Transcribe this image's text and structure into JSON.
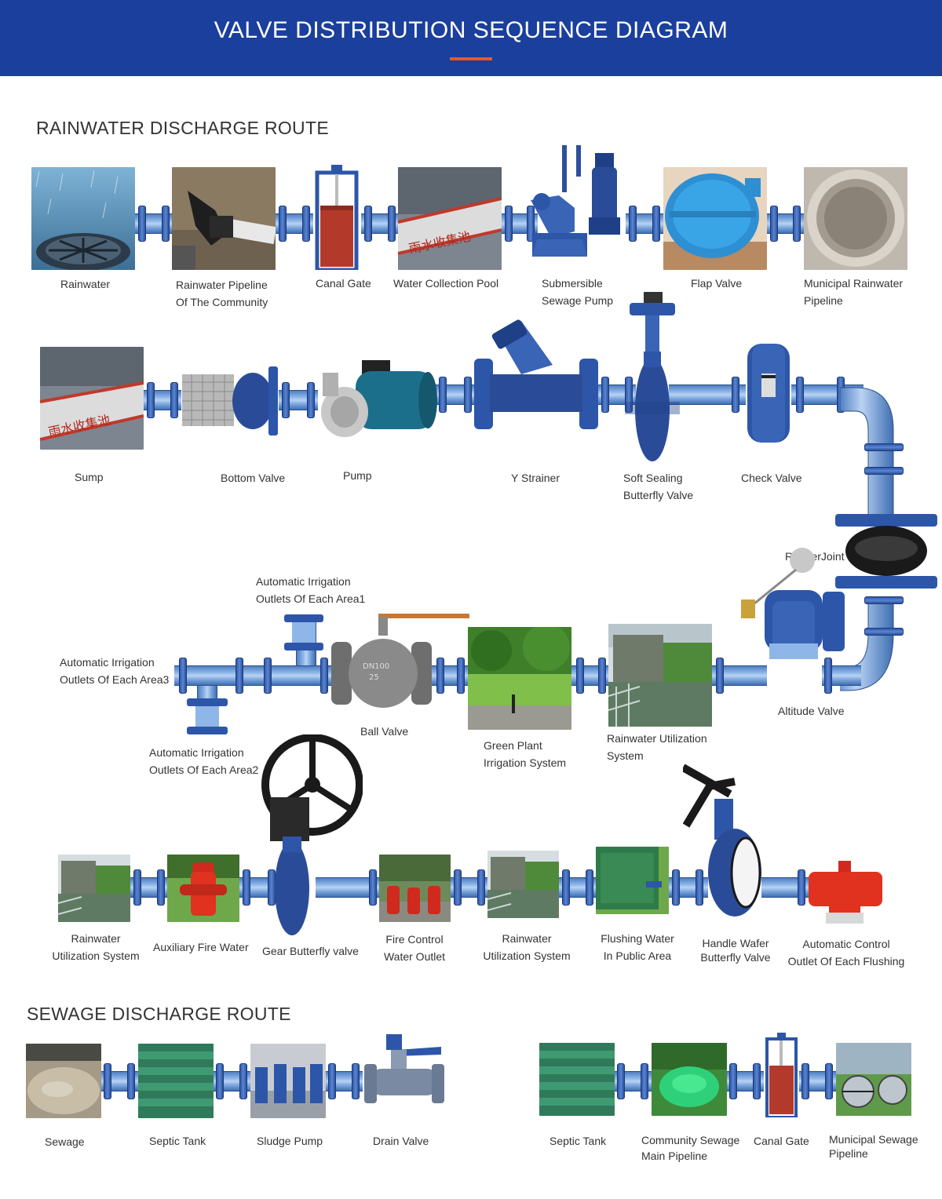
{
  "header": {
    "title": "VALVE DISTRIBUTION SEQUENCE DIAGRAM"
  },
  "colors": {
    "header_bg": "#1a3f9c",
    "accent": "#e8582a",
    "pipe": "#8fb6e8",
    "flange": "#2d56a8"
  },
  "rainwater": {
    "title": "RAINWATER DISCHARGE ROUTE",
    "row1": [
      {
        "lines": [
          "Rainwater"
        ],
        "icon": "rain-grate-photo"
      },
      {
        "lines": [
          "Rainwater Pipeline",
          "Of The Community"
        ],
        "icon": "pipeline-photo"
      },
      {
        "lines": [
          "Canal Gate"
        ],
        "icon": "canal-gate-icon"
      },
      {
        "lines": [
          "Water Collection Pool"
        ],
        "icon": "pool-photo"
      },
      {
        "lines": [
          "Submersible",
          "Sewage Pump"
        ],
        "icon": "submersible-pump-icon"
      },
      {
        "lines": [
          "Flap Valve"
        ],
        "icon": "flap-valve-icon"
      },
      {
        "lines": [
          "Municipal Rainwater",
          "Pipeline"
        ],
        "icon": "concrete-pipe-photo"
      }
    ],
    "row2": [
      {
        "lines": [
          "Sump"
        ],
        "icon": "sump-photo"
      },
      {
        "lines": [
          "Bottom Valve"
        ],
        "icon": "foot-valve-icon"
      },
      {
        "lines": [
          "Pump"
        ],
        "icon": "pump-icon"
      },
      {
        "lines": [
          "Y Strainer"
        ],
        "icon": "y-strainer-icon"
      },
      {
        "lines": [
          "Soft Sealing",
          "Butterfly Valve"
        ],
        "icon": "butterfly-valve-icon"
      },
      {
        "lines": [
          "Check Valve"
        ],
        "icon": "check-valve-icon"
      },
      {
        "lines": [
          "RubberJoint"
        ],
        "icon": "rubber-joint-icon"
      }
    ],
    "row3": [
      {
        "lines": [
          "Automatic Irrigation",
          "Outlets Of Each Area1"
        ],
        "icon": "outlet-icon"
      },
      {
        "lines": [
          "Automatic Irrigation",
          "Outlets Of Each Area3"
        ],
        "icon": "outlet-icon"
      },
      {
        "lines": [
          "Automatic Irrigation",
          "Outlets Of Each Area2"
        ],
        "icon": "outlet-icon"
      },
      {
        "lines": [
          "Ball Valve"
        ],
        "icon": "ball-valve-icon"
      },
      {
        "lines": [
          "Green Plant",
          "Irrigation System"
        ],
        "icon": "garden-photo"
      },
      {
        "lines": [
          "Rainwater Utilization",
          "System"
        ],
        "icon": "pond-photo"
      },
      {
        "lines": [
          "Altitude Valve"
        ],
        "icon": "altitude-valve-icon"
      }
    ],
    "row4": [
      {
        "lines": [
          "Rainwater",
          "Utilization System"
        ],
        "icon": "pond-photo"
      },
      {
        "lines": [
          "Auxiliary Fire Water"
        ],
        "icon": "fire-hydrant-photo"
      },
      {
        "lines": [
          "Gear Butterfly valve"
        ],
        "icon": "gear-butterfly-valve-icon"
      },
      {
        "lines": [
          "Fire Control",
          "Water Outlet"
        ],
        "icon": "fire-outlet-photo"
      },
      {
        "lines": [
          "Rainwater",
          "Utilization System"
        ],
        "icon": "pond-photo"
      },
      {
        "lines": [
          "Flushing Water",
          "In Public Area"
        ],
        "icon": "flushing-box-photo"
      },
      {
        "lines": [
          "Handle Wafer",
          "Butterfly Valve"
        ],
        "icon": "handle-butterfly-valve-icon"
      },
      {
        "lines": [
          "Automatic Control",
          "Outlet Of Each Flushing"
        ],
        "icon": "red-outlet-icon"
      }
    ]
  },
  "sewage": {
    "title": "SEWAGE DISCHARGE ROUTE",
    "left": [
      {
        "lines": [
          "Sewage"
        ],
        "icon": "sewage-photo"
      },
      {
        "lines": [
          "Septic Tank"
        ],
        "icon": "septic-tank-photo"
      },
      {
        "lines": [
          "Sludge Pump"
        ],
        "icon": "sludge-pump-photo"
      },
      {
        "lines": [
          "Drain Valve"
        ],
        "icon": "drain-valve-icon"
      }
    ],
    "right": [
      {
        "lines": [
          "Septic Tank"
        ],
        "icon": "septic-tank-photo"
      },
      {
        "lines": [
          "Community Sewage",
          "Main Pipeline"
        ],
        "icon": "manhole-photo"
      },
      {
        "lines": [
          "Canal Gate"
        ],
        "icon": "canal-gate-icon"
      },
      {
        "lines": [
          "Municipal Sewage",
          "Pipeline"
        ],
        "icon": "treatment-plant-photo"
      }
    ]
  }
}
